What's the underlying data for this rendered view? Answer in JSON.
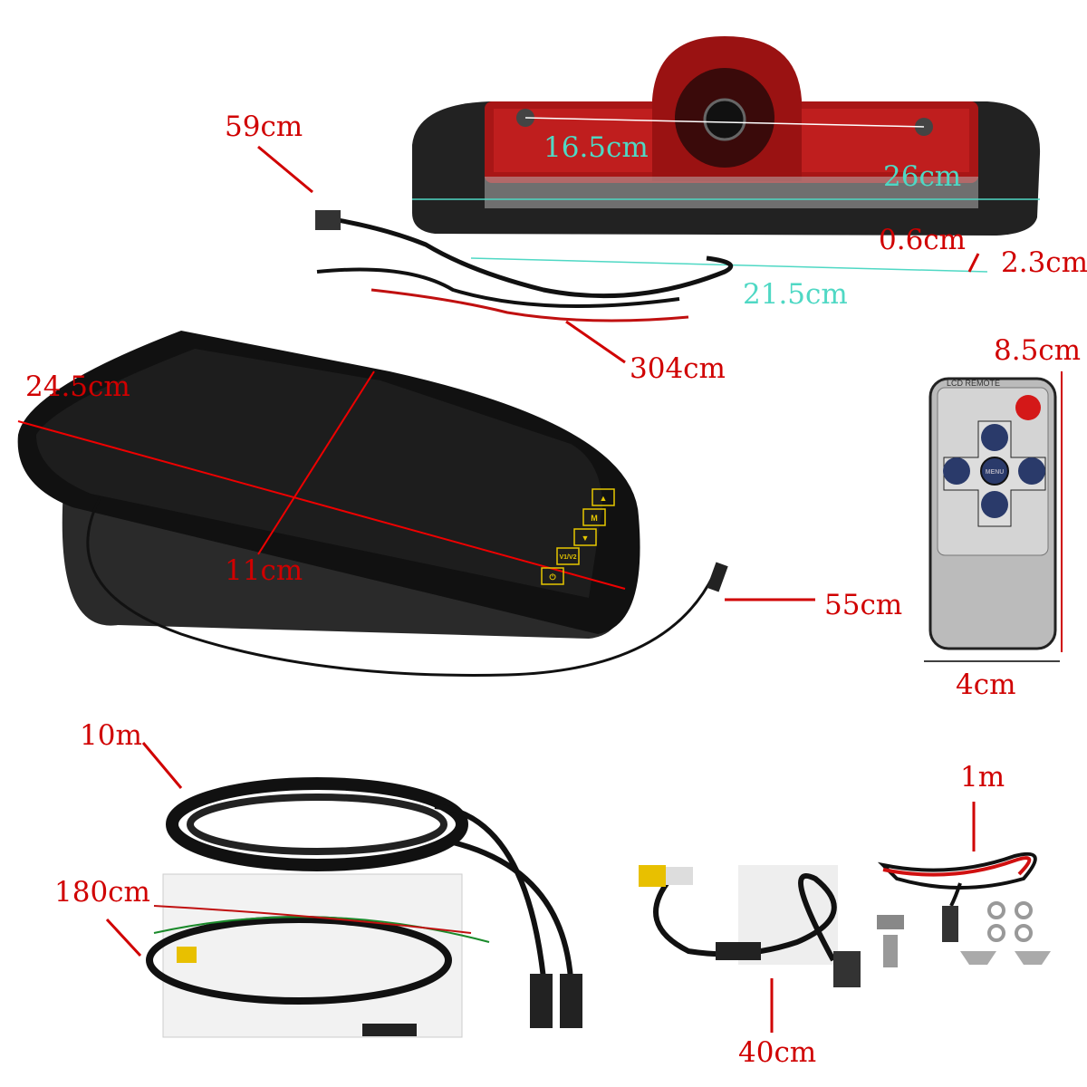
{
  "dimensions": {
    "camera_cable": "59cm",
    "camera_inner_width": "16.5cm",
    "camera_width": "26cm",
    "camera_depth": "0.6cm",
    "camera_height": "2.3cm",
    "camera_base": "21.5cm",
    "camera_wire": "304cm",
    "remote_height": "8.5cm",
    "monitor_diagonal": "24.5cm",
    "monitor_height": "11cm",
    "monitor_cable": "55cm",
    "remote_width": "4cm",
    "extension_cable": "10m",
    "power_cable": "1m",
    "monitor_harness": "180cm",
    "adapter_cable": "40cm"
  },
  "remote": {
    "brand_text": "LCD REMOTE",
    "center_button": "MENU"
  },
  "monitor": {
    "buttons": [
      "▲",
      "M",
      "▼",
      "V1/V2",
      "⏻"
    ]
  },
  "colors": {
    "measure_red": "#d00000",
    "measure_teal": "#4fd8c4",
    "tail_light": "#b01818",
    "remote_body": "#c8c8c8",
    "remote_buttons": "#2a3a6a"
  }
}
